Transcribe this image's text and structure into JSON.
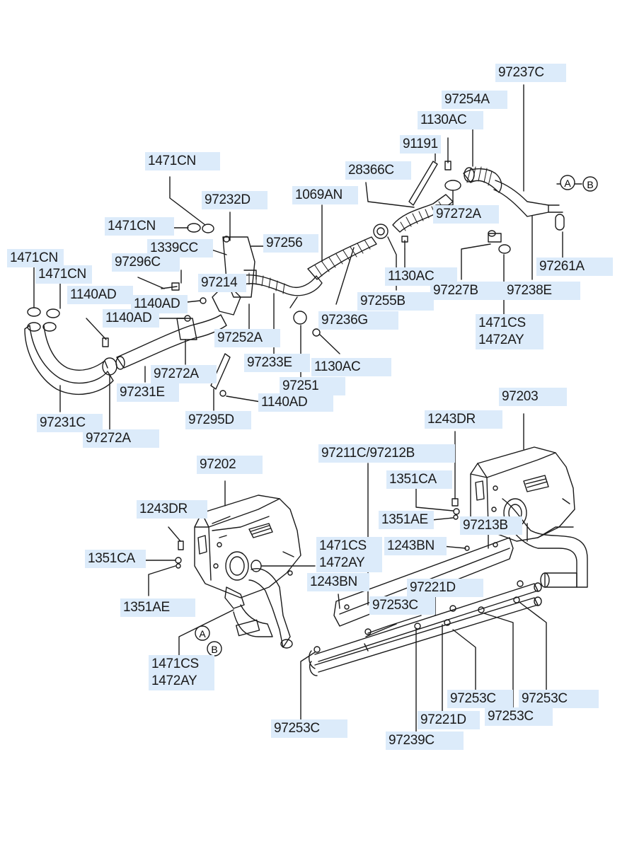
{
  "labels": {
    "p97237C": "97237C",
    "p97254A": "97254A",
    "p1130AC_top": "1130AC",
    "p91191": "91191",
    "p28366C": "28366C",
    "p97272A_top": "97272A",
    "p1069AN": "1069AN",
    "p1471CN_a": "1471CN",
    "p97232D": "97232D",
    "p1471CN_b": "1471CN",
    "p97256": "97256",
    "p1339CC": "1339CC",
    "p1471CN_c": "1471CN",
    "p1471CN_d": "1471CN",
    "p97296C": "97296C",
    "p97214": "97214",
    "p1140AD_a": "1140AD",
    "p1140AD_b": "1140AD",
    "p1140AD_c": "1140AD",
    "p97252A": "97252A",
    "p97236G": "97236G",
    "p97255B": "97255B",
    "p1130AC_mid": "1130AC",
    "p97227B": "97227B",
    "p97238E": "97238E",
    "p97261A": "97261A",
    "p1471CS_top": "1471CS",
    "p1472AY_top": "1472AY",
    "p97233E": "97233E",
    "p1130AC_low": "1130AC",
    "p97272A_mid": "97272A",
    "p97231E": "97231E",
    "p97251": "97251",
    "p1140AD_d": "1140AD",
    "p97231C": "97231C",
    "p97295D": "97295D",
    "p97272A_low": "97272A",
    "p97203": "97203",
    "p1243DR_right": "1243DR",
    "p97211C": "97211C/97212B",
    "p1351CA_right": "1351CA",
    "p97202": "97202",
    "p1351AE_right": "1351AE",
    "p97213B": "97213B",
    "p1243DR_left": "1243DR",
    "p1471CS_mid": "1471CS",
    "p1472AY_mid": "1472AY",
    "p1243BN_right": "1243BN",
    "p1351CA_left": "1351CA",
    "p1243BN_mid": "1243BN",
    "p97221D_top": "97221D",
    "p97253C_mid": "97253C",
    "p1351AE_left": "1351AE",
    "p1471CS_low": "1471CS",
    "p1472AY_low": "1472AY",
    "p97253C_a": "97253C",
    "p97253C_b": "97253C",
    "p97253C_c": "97253C",
    "p97221D_low": "97221D",
    "p97253C_d": "97253C",
    "p97239C": "97239C",
    "markerA_top": "A",
    "markerB_top": "B",
    "markerA_low": "A",
    "markerB_low": "B"
  },
  "colors": {
    "label_bg": "#dcebfa",
    "line": "#1a1a1a"
  }
}
